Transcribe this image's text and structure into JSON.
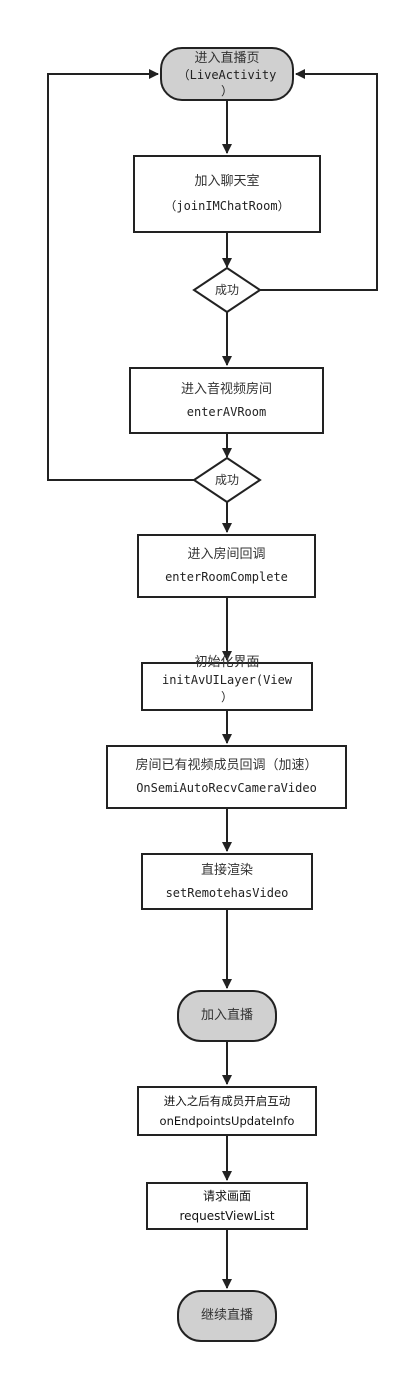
{
  "nodes": {
    "start": {
      "line1": "进入直播页",
      "line2": "（LiveActivity",
      "line3": "）"
    },
    "join_im": {
      "line1": "加入聊天室",
      "line2": "（joinIMChatRoom）"
    },
    "decision1": {
      "label": "成功"
    },
    "enter_av": {
      "line1": "进入音视频房间",
      "line2": "enterAVRoom"
    },
    "decision2": {
      "label": "成功"
    },
    "room_complete": {
      "line1": "进入房间回调",
      "line2": "enterRoomComplete"
    },
    "init_ui": {
      "line1": "初始化界面",
      "line2": "initAvUILayer(View",
      "line3": "）"
    },
    "camera_video": {
      "line1": "房间已有视频成员回调（加速）",
      "line2": "OnSemiAutoRecvCameraVideo"
    },
    "render": {
      "line1": "直接渲染",
      "line2": "setRemotehasVideo"
    },
    "join_live": {
      "line1": "加入直播"
    },
    "endpoints": {
      "line1": "进入之后有成员开启互动",
      "line2": "onEndpointsUpdateInfo"
    },
    "request_view": {
      "line1": "请求画面",
      "line2": "requestViewList"
    },
    "continue_live": {
      "line1": "继续直播"
    }
  },
  "colors": {
    "terminal_fill": "#d0d0d0",
    "stroke": "#222222",
    "text": "#333333"
  }
}
